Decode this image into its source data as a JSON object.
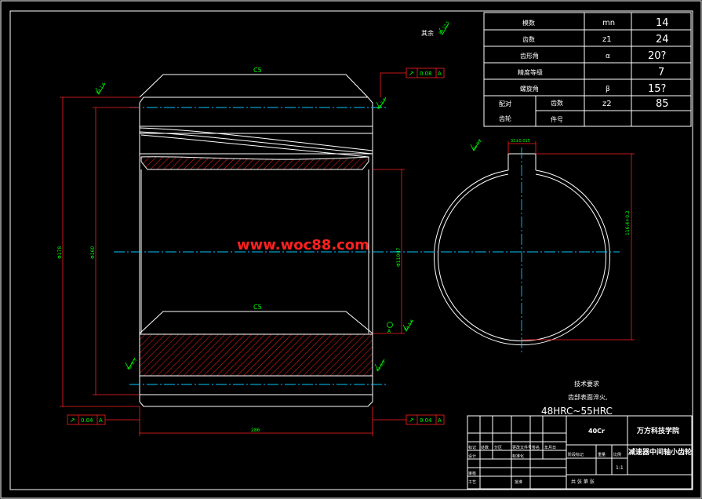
{
  "watermark": "www.woc88.com",
  "roughness": {
    "rest_label": "其余",
    "values": [
      "Ra 12.5",
      "Ra 1.6",
      "Ra 3.2",
      "Ra 1.6",
      "Ra 6.3",
      "Ra 6.3",
      "Ra 3.2"
    ]
  },
  "chamfer": {
    "top": "C5",
    "bottom": "C5"
  },
  "tolerances": {
    "top_right": {
      "value": "0.08",
      "datum": "A"
    },
    "bottom_left": {
      "value": "0.04",
      "datum": "A"
    },
    "bottom_right": {
      "value": "0.04",
      "datum": "A"
    }
  },
  "dimensions": {
    "outer_dia": "Φ178",
    "inner_dia": "Φ160",
    "bore_dia": "Φ110H7",
    "width": "286",
    "keyway_width": "32±0.015",
    "keyway_depth": "116.4+0.2"
  },
  "datum_label": "A",
  "params_table": {
    "rows": [
      {
        "label": "模数",
        "symbol": "mn",
        "value": "14"
      },
      {
        "label": "齿数",
        "symbol": "z1",
        "value": "24"
      },
      {
        "label": "齿形角",
        "symbol": "α",
        "value": "20?"
      },
      {
        "label": "精度等级",
        "symbol": "",
        "value": "7"
      },
      {
        "label": "螺旋角",
        "symbol": "β",
        "value": "15?"
      }
    ],
    "mating": {
      "label1": "配对",
      "label2": "齿轮",
      "teeth_label": "齿数",
      "symbol": "z2",
      "value": "85",
      "part_label": "件号"
    }
  },
  "tech_req": {
    "title": "技术要求",
    "line1": "齿部表面淬火,",
    "hardness": "48HRC~55HRC"
  },
  "title_block": {
    "material": "40Cr",
    "school": "万方科技学院",
    "part_name": "减速器中间轴小齿轮",
    "scale": "1:1",
    "sheet": "共 张 第 张",
    "headers": [
      "标记",
      "处数",
      "分区",
      "更改文件号",
      "签名",
      "年月日"
    ],
    "roles": [
      "设计",
      "审核",
      "工艺"
    ],
    "std": "标准化",
    "approve": "批准",
    "stage": "阶段标记",
    "weight": "重量",
    "scale_label": "比例"
  }
}
